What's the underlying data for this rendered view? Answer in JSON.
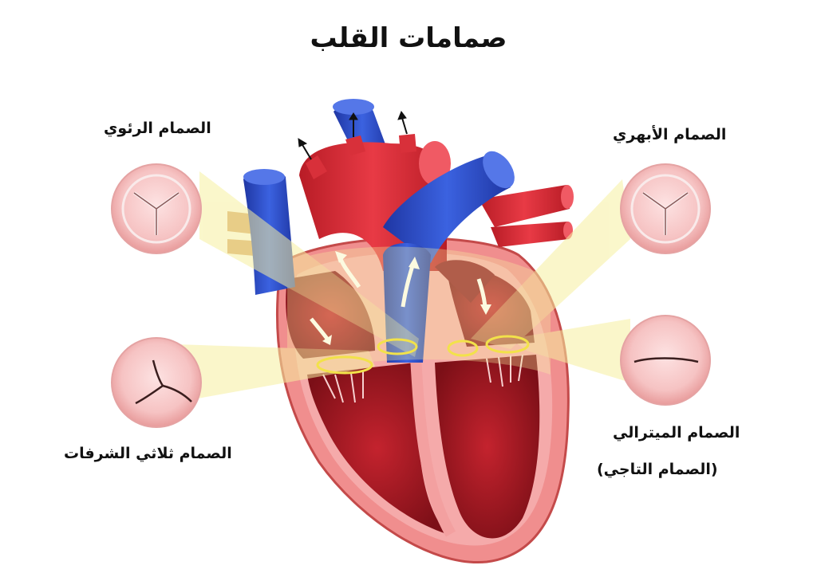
{
  "title": "صمامات القلب",
  "labels": {
    "pulmonary": "الصمام الرئوي",
    "aortic": "الصمام الأبهري",
    "tricuspid": "الصمام ثلاثي الشرفات",
    "mitral": "الصمام الميترالي",
    "mitral_alt": "(الصمام التاجي)"
  },
  "colors": {
    "oxygenated": "#e2343f",
    "deoxygenated": "#2f52c9",
    "myocardium": "#ef8a8a",
    "highlight": "#f6f3a6",
    "valve_circle": "#f6c6c6"
  }
}
